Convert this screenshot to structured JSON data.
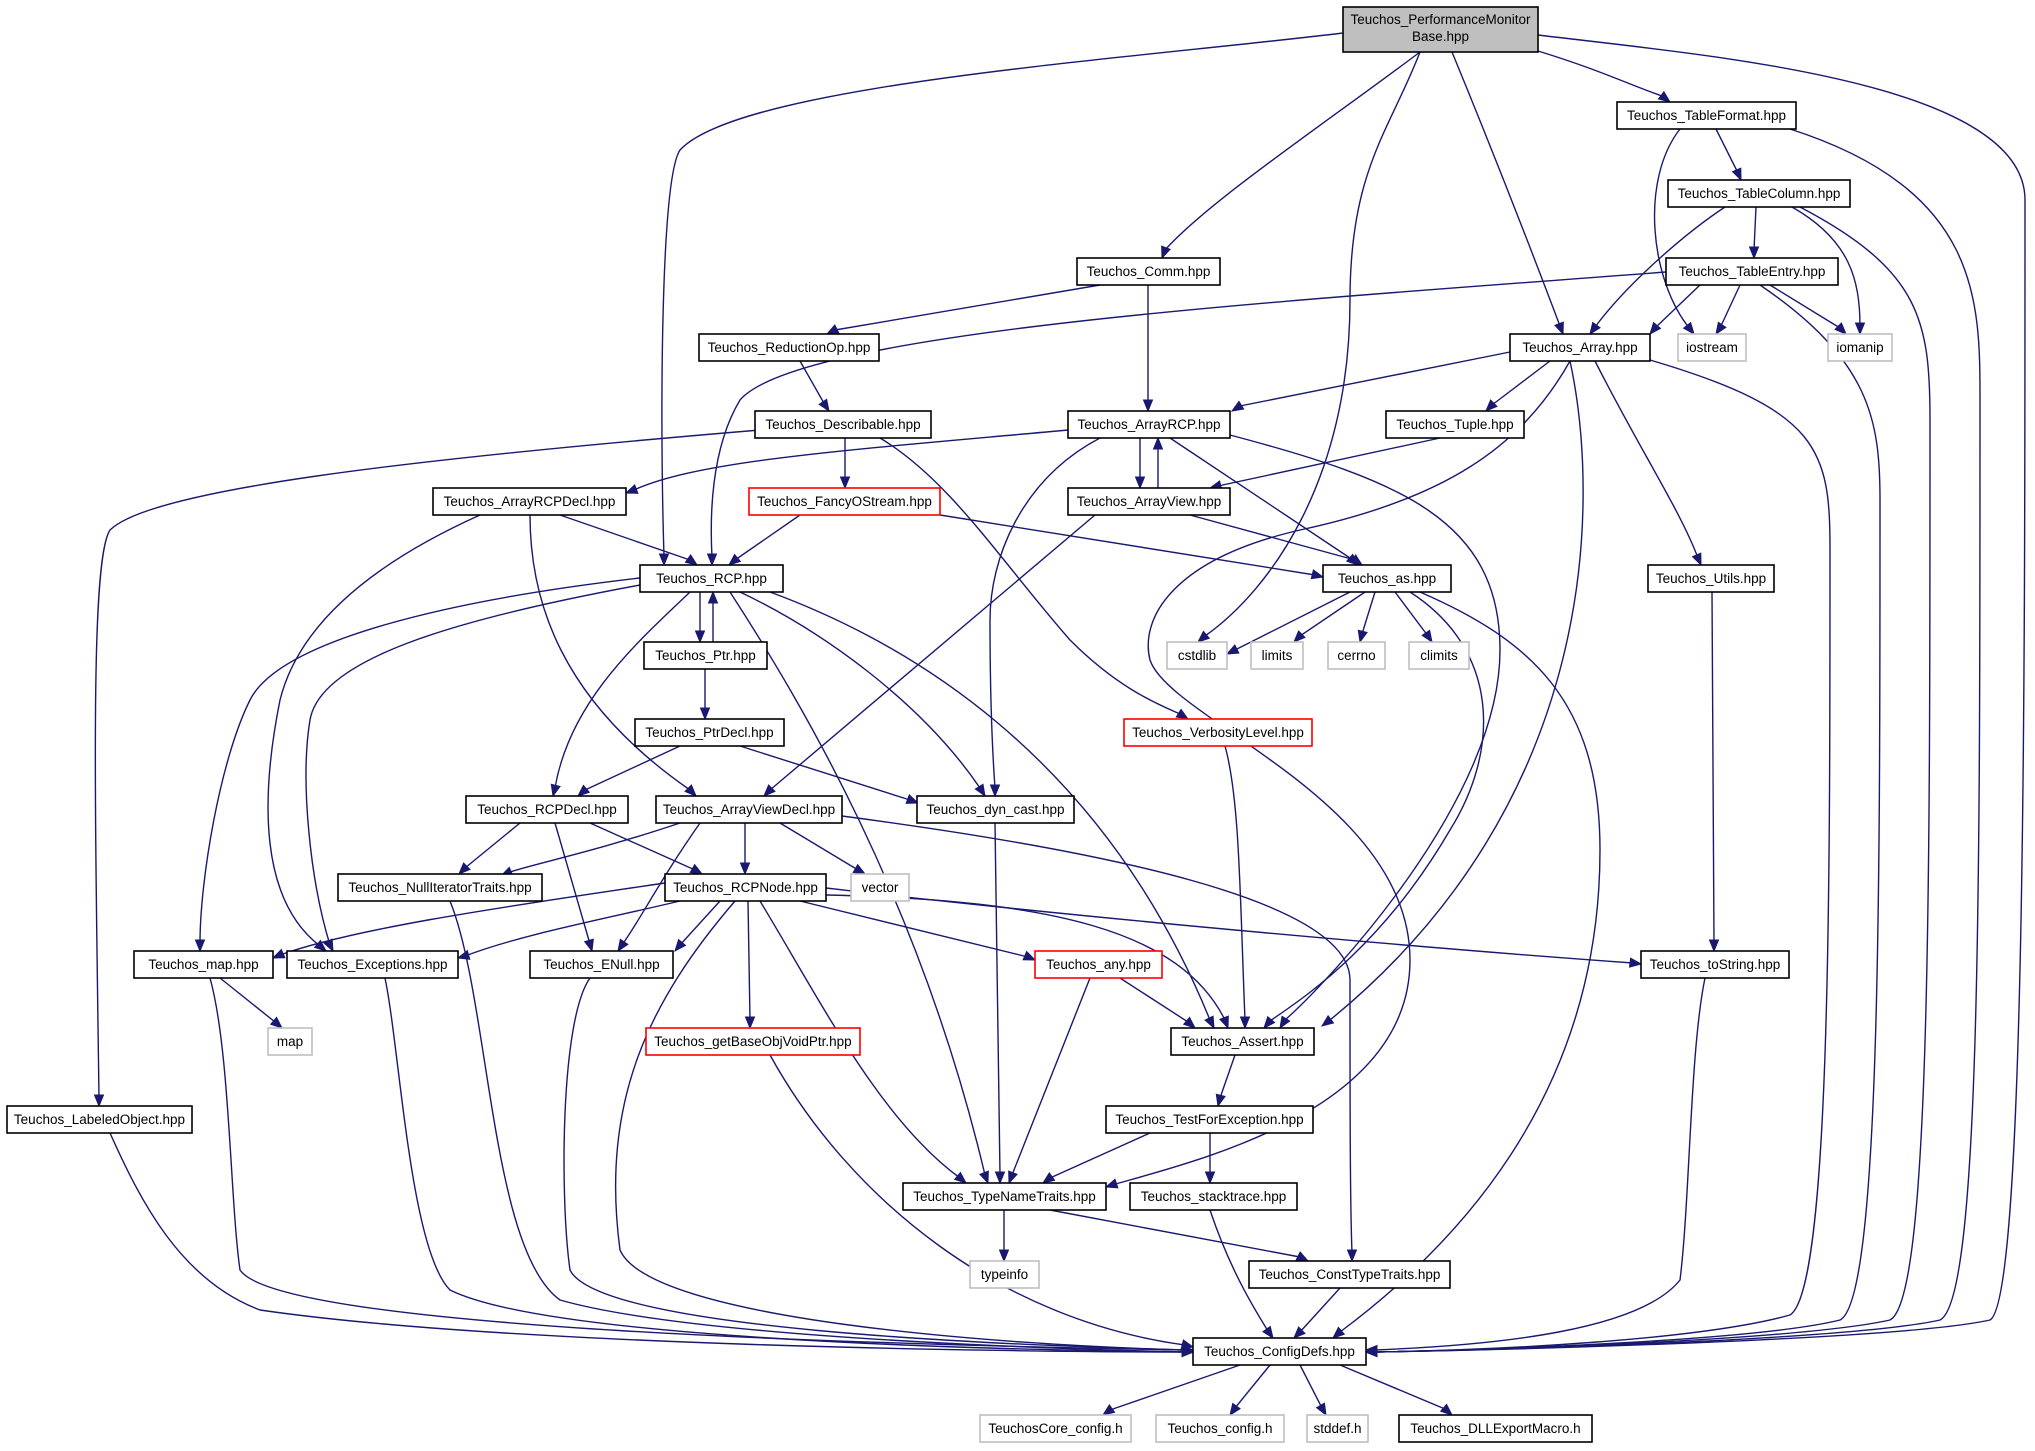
{
  "diagram": {
    "root": {
      "line1": "Teuchos_PerformanceMonitor",
      "line2": "Base.hpp"
    },
    "nodes": {
      "tableformat": "Teuchos_TableFormat.hpp",
      "tablecolumn": "Teuchos_TableColumn.hpp",
      "tableentry": "Teuchos_TableEntry.hpp",
      "comm": "Teuchos_Comm.hpp",
      "reductionop": "Teuchos_ReductionOp.hpp",
      "describable": "Teuchos_Describable.hpp",
      "array": "Teuchos_Array.hpp",
      "iostream": "iostream",
      "iomanip": "iomanip",
      "arrayrcp": "Teuchos_ArrayRCP.hpp",
      "tuple": "Teuchos_Tuple.hpp",
      "arrayrcpdecl": "Teuchos_ArrayRCPDecl.hpp",
      "fancyostream": "Teuchos_FancyOStream.hpp",
      "arrayview": "Teuchos_ArrayView.hpp",
      "rcp": "Teuchos_RCP.hpp",
      "as": "Teuchos_as.hpp",
      "utils": "Teuchos_Utils.hpp",
      "ptr": "Teuchos_Ptr.hpp",
      "cstdlib": "cstdlib",
      "limits": "limits",
      "cerrno": "cerrno",
      "climits": "climits",
      "ptrdecl": "Teuchos_PtrDecl.hpp",
      "verbositylevel": "Teuchos_VerbosityLevel.hpp",
      "rcpdecl": "Teuchos_RCPDecl.hpp",
      "arrayviewdecl": "Teuchos_ArrayViewDecl.hpp",
      "dyncast": "Teuchos_dyn_cast.hpp",
      "nulliteratortraits": "Teuchos_NullIteratorTraits.hpp",
      "rcpnode": "Teuchos_RCPNode.hpp",
      "vector": "vector",
      "map": "Teuchos_map.hpp",
      "exceptions": "Teuchos_Exceptions.hpp",
      "enull": "Teuchos_ENull.hpp",
      "any": "Teuchos_any.hpp",
      "tostring": "Teuchos_toString.hpp",
      "mapstd": "map",
      "getbaseobj": "Teuchos_getBaseObjVoidPtr.hpp",
      "assert": "Teuchos_Assert.hpp",
      "labeledobject": "Teuchos_LabeledObject.hpp",
      "testforexception": "Teuchos_TestForException.hpp",
      "typenametraits": "Teuchos_TypeNameTraits.hpp",
      "stacktrace": "Teuchos_stacktrace.hpp",
      "typeinfo": "typeinfo",
      "consttypetraits": "Teuchos_ConstTypeTraits.hpp",
      "configdefs": "Teuchos_ConfigDefs.hpp",
      "teuchoscoreconfig": "TeuchosCore_config.h",
      "teuchosconfig": "Teuchos_config.h",
      "stddef": "stddef.h",
      "dllexport": "Teuchos_DLLExportMacro.h"
    },
    "colors": {
      "edge": "#191970",
      "root_fill": "#bfbfbf",
      "external_border": "#bfbfbf",
      "truncated_border": "#ff0000",
      "node_border": "#000000"
    }
  }
}
